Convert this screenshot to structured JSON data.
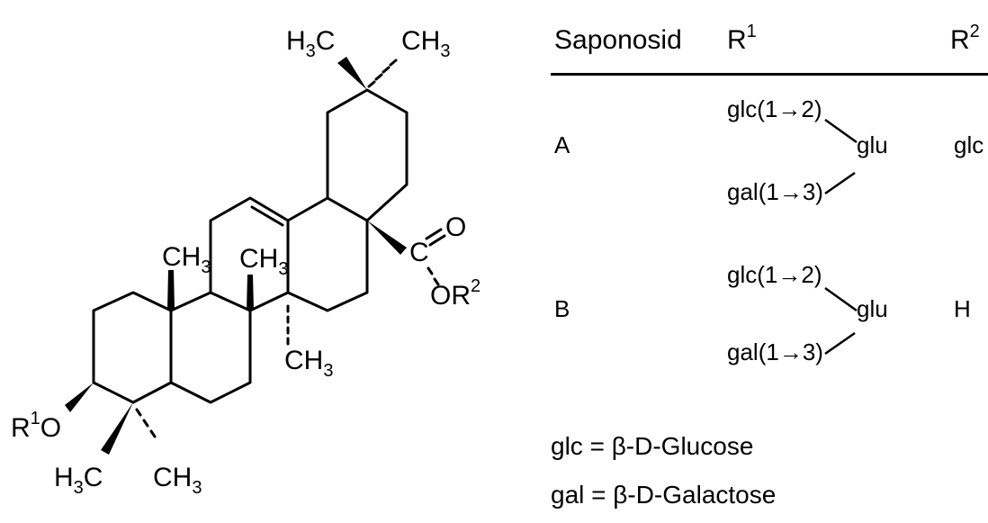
{
  "structure": {
    "labels": {
      "top_left_methyl": "H3C",
      "top_right_methyl": "CH3",
      "methyl_c10": "CH3",
      "methyl_c8": "CH3",
      "methyl_c14": "CH3",
      "carbonyl_c": "C",
      "carbonyl_o": "O",
      "ester_o": "OR",
      "ester_sup": "2",
      "r1": "R",
      "r1_sup": "1",
      "r1_o": "O",
      "gem_left_methyl": "H3C",
      "gem_right_methyl": "CH3"
    }
  },
  "table": {
    "headers": {
      "saponosid": "Saponosid",
      "r1": "R",
      "r1_sup": "1",
      "r2": "R",
      "r2_sup": "2"
    },
    "rows": [
      {
        "name": "A",
        "r1_top": "glc(1→2)",
        "r1_center": "glu",
        "r1_bottom": "gal(1→3)",
        "r2": "glc"
      },
      {
        "name": "B",
        "r1_top": "glc(1→2)",
        "r1_center": "glu",
        "r1_bottom": "gal(1→3)",
        "r2": "H"
      }
    ]
  },
  "legend": [
    {
      "text": "glc = β-D-Glucose"
    },
    {
      "text": "gal = β-D-Galactose"
    }
  ]
}
